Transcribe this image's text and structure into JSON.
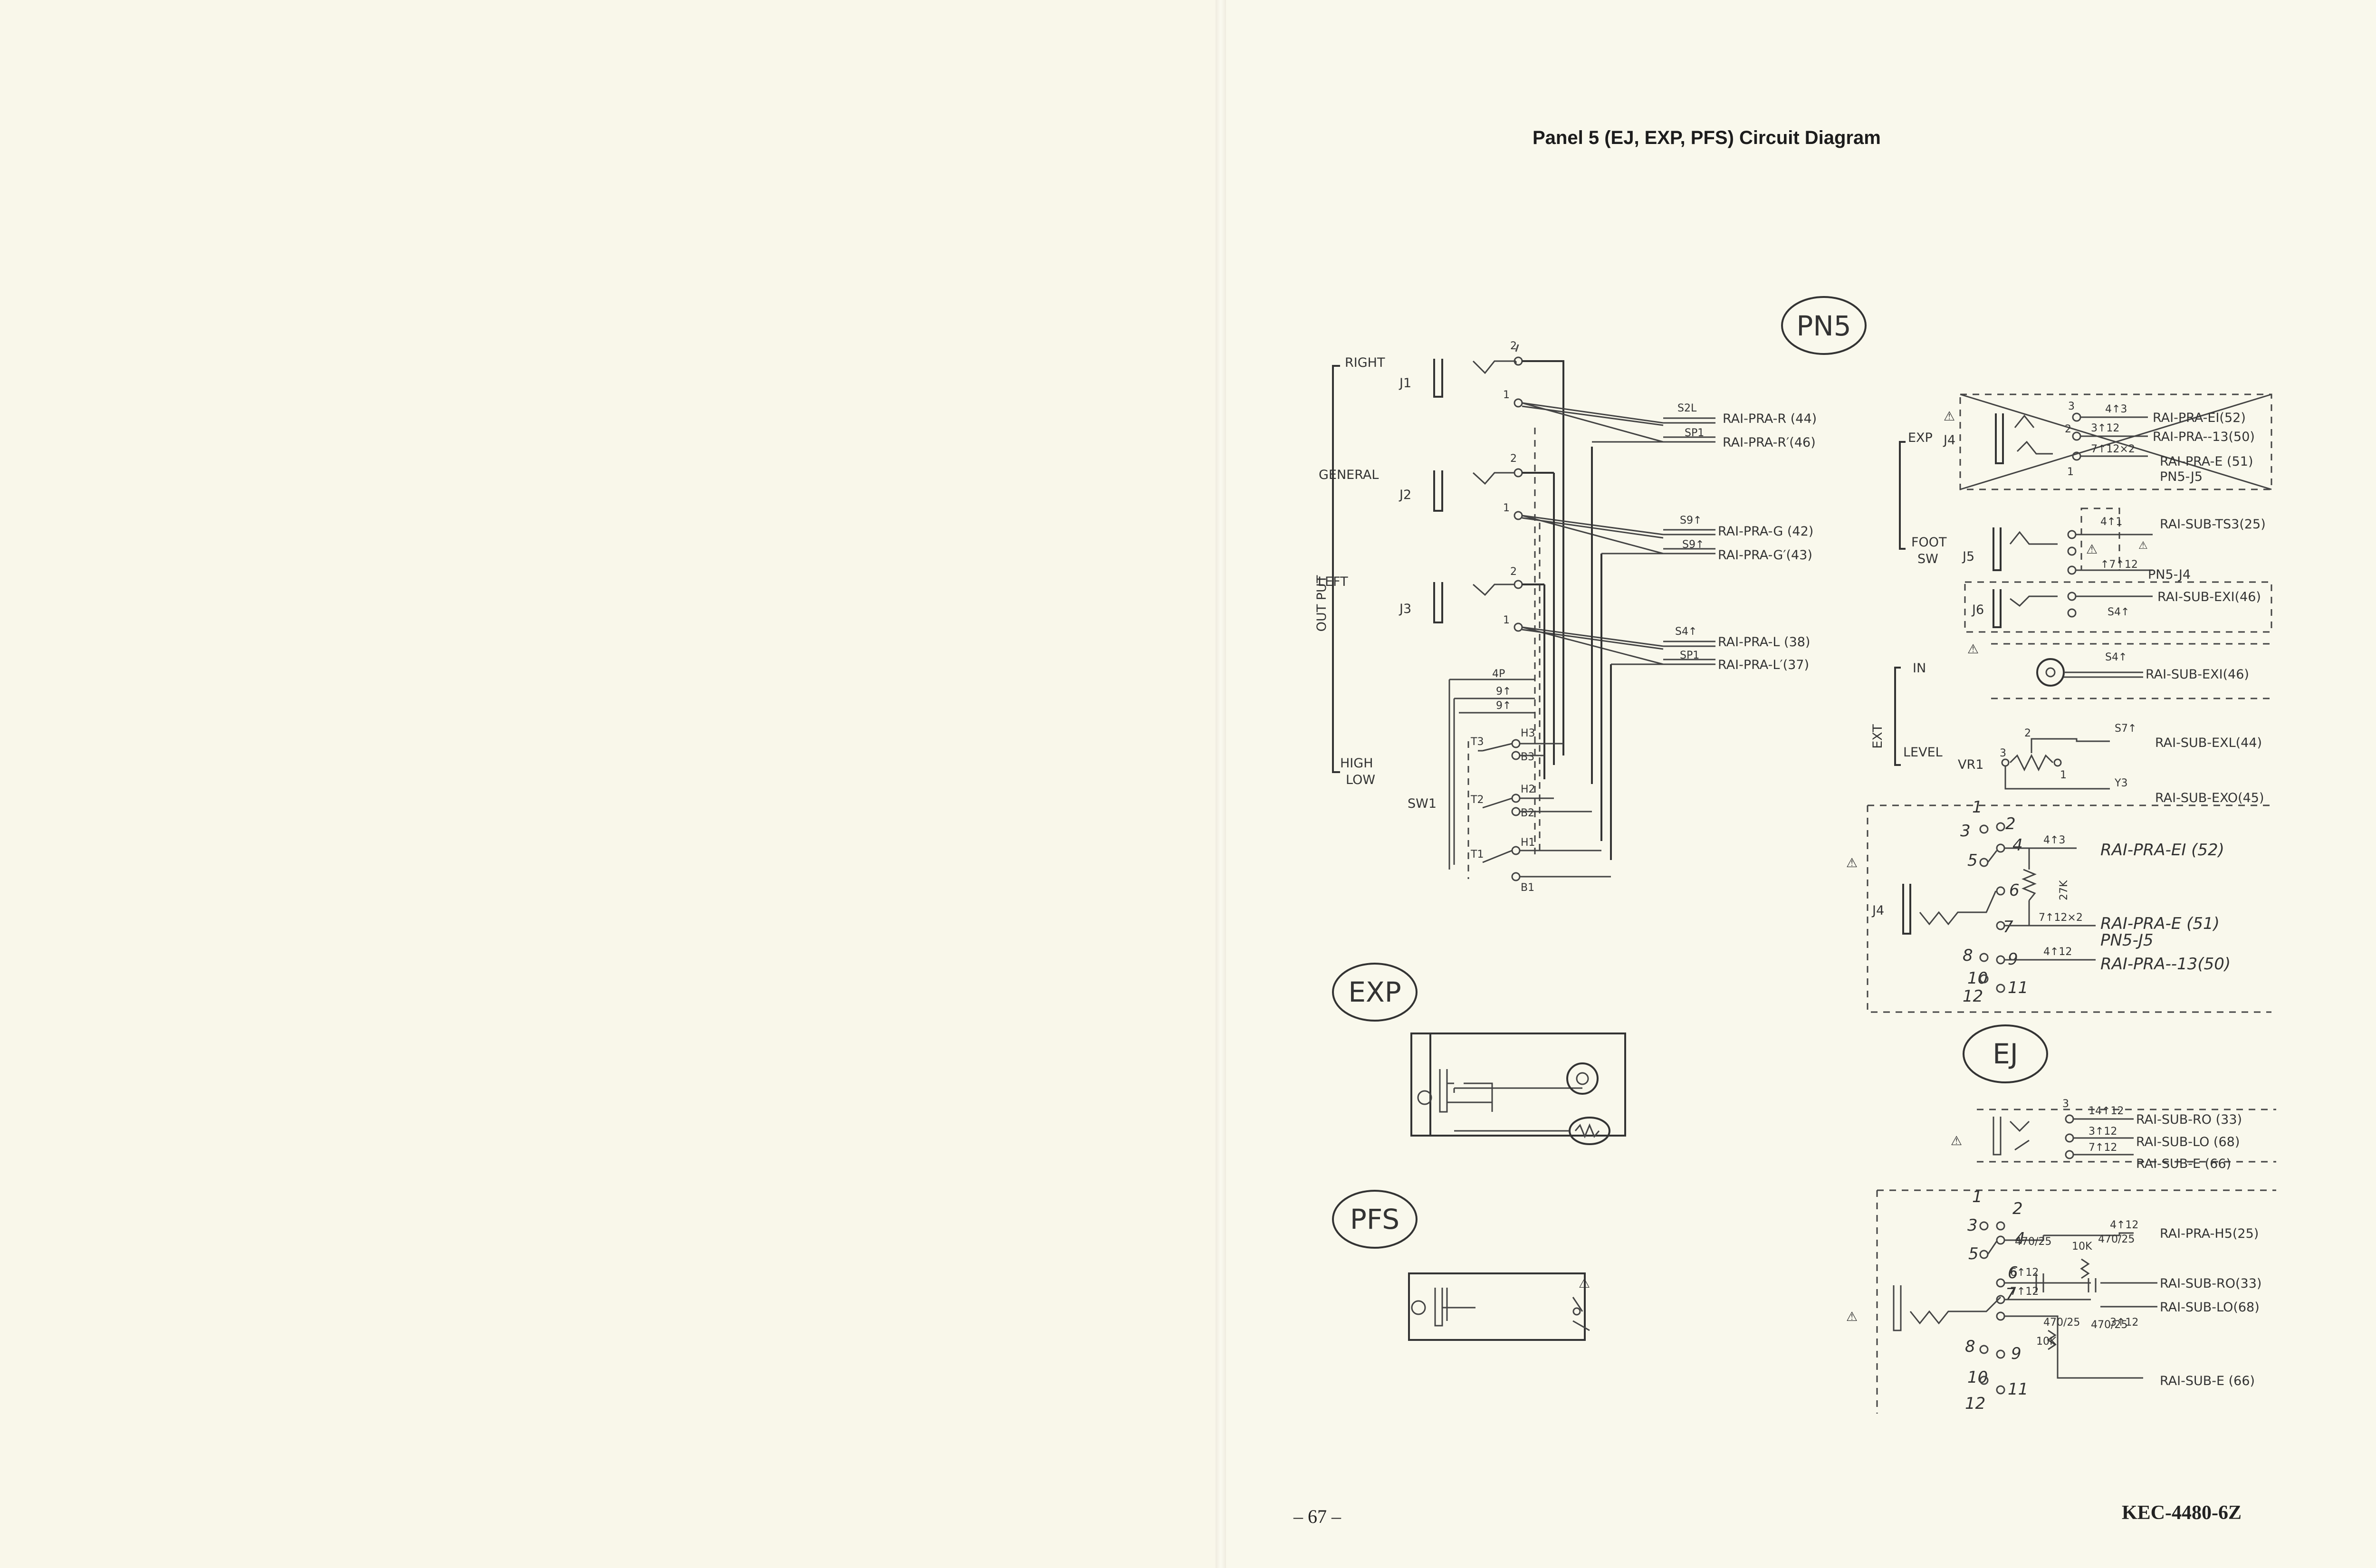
{
  "page": {
    "title": "Panel 5 (EJ, EXP, PFS) Circuit Diagram",
    "page_number": "– 67 –",
    "doc_id": "KEC-4480-6Z"
  },
  "diagram": {
    "module_labels": {
      "pn5": "PN5",
      "exp": "EXP",
      "pfs": "PFS",
      "ej": "EJ"
    },
    "output": {
      "group_label": "OUT PUT",
      "right": "RIGHT",
      "general": "GENERAL",
      "left": "LEFT",
      "high_low": "HIGH\nLOW",
      "j1": "J1",
      "j2": "J2",
      "j3": "J3",
      "sw1": "SW1",
      "pin1": "1",
      "pin2": "2",
      "wire_codes": [
        "S2L",
        "SP1",
        "S9↑",
        "S9↑",
        "S4↑",
        "SP1",
        "4P",
        "9↑",
        "9↑"
      ],
      "switch_terms": [
        "T3",
        "H3",
        "B3",
        "T2",
        "H2",
        "B2",
        "T1",
        "H1",
        "B1"
      ],
      "dests": [
        "RAI-PRA-R (44)",
        "RAI-PRA-R′(46)",
        "RAI-PRA-G (42)",
        "RAI-PRA-G′(43)",
        "RAI-PRA-L (38)",
        "RAI-PRA-L′(37)"
      ]
    },
    "exp_foot": {
      "exp": "EXP",
      "foot_sw": "FOOT\nSW",
      "j4": "J4",
      "j5": "J5",
      "j6": "J6",
      "top_dests": [
        "RAI-PRA-EI(52)",
        "RAI-PRA--13(50)",
        "RAI-PRA-E (51)",
        "PN5-J5"
      ],
      "top_codes": [
        "4↑3",
        "3↑12",
        "7↑12×2"
      ],
      "pin_labels": [
        "3",
        "2",
        "1"
      ],
      "j5_dests": [
        "RAI-SUB-TS3(25)",
        "PN5-J4",
        "RAI-SUB-EXI(46)"
      ],
      "j5_codes": [
        "4↑1",
        "↑7↑12",
        "S4↑"
      ],
      "j6_dest": "RAI-SUB-EXI(46)",
      "j6_code": "S4↑"
    },
    "ext": {
      "ext": "EXT",
      "in": "IN",
      "level": "LEVEL",
      "vr1": "VR1",
      "pins": [
        "2",
        "3",
        "1"
      ],
      "dests": [
        "RAI-SUB-EXL(44)",
        "RAI-SUB-EXO(45)"
      ],
      "codes": [
        "S7↑",
        "Y3"
      ]
    },
    "j4_detail": {
      "j4": "J4",
      "pins": [
        "1",
        "2",
        "3",
        "4",
        "5",
        "6",
        "7",
        "8",
        "9",
        "10",
        "11",
        "12"
      ],
      "resistor": "27K",
      "dests": [
        "RAI-PRA-EI (52)",
        "RAI-PRA-E (51)",
        "PN5-J5",
        "RAI-PRA--13(50)"
      ],
      "codes": [
        "4↑3",
        "7↑12×2",
        "4↑12"
      ]
    },
    "ej_top": {
      "pin": "3",
      "dests": [
        "RAI-SUB-RO (33)",
        "RAI-SUB-LO (68)",
        "RAI-SUB-E (66)"
      ],
      "codes": [
        "14↑12",
        "3↑12",
        "7↑12"
      ]
    },
    "ej_detail": {
      "pins": [
        "1",
        "2",
        "3",
        "4",
        "5",
        "6",
        "7",
        "8",
        "9",
        "10",
        "11",
        "12"
      ],
      "caps": [
        "470/25",
        "470/25",
        "470/25",
        "470/25"
      ],
      "res": [
        "10K",
        "10K"
      ],
      "dests": [
        "RAI-PRA-H5(25)",
        "RAI-SUB-RO(33)",
        "RAI-SUB-LO(68)",
        "RAI-SUB-E (66)"
      ],
      "codes": [
        "4↑12",
        "6↑12",
        "7↑12",
        "3↑12"
      ]
    },
    "warning_symbol": "⚠"
  }
}
